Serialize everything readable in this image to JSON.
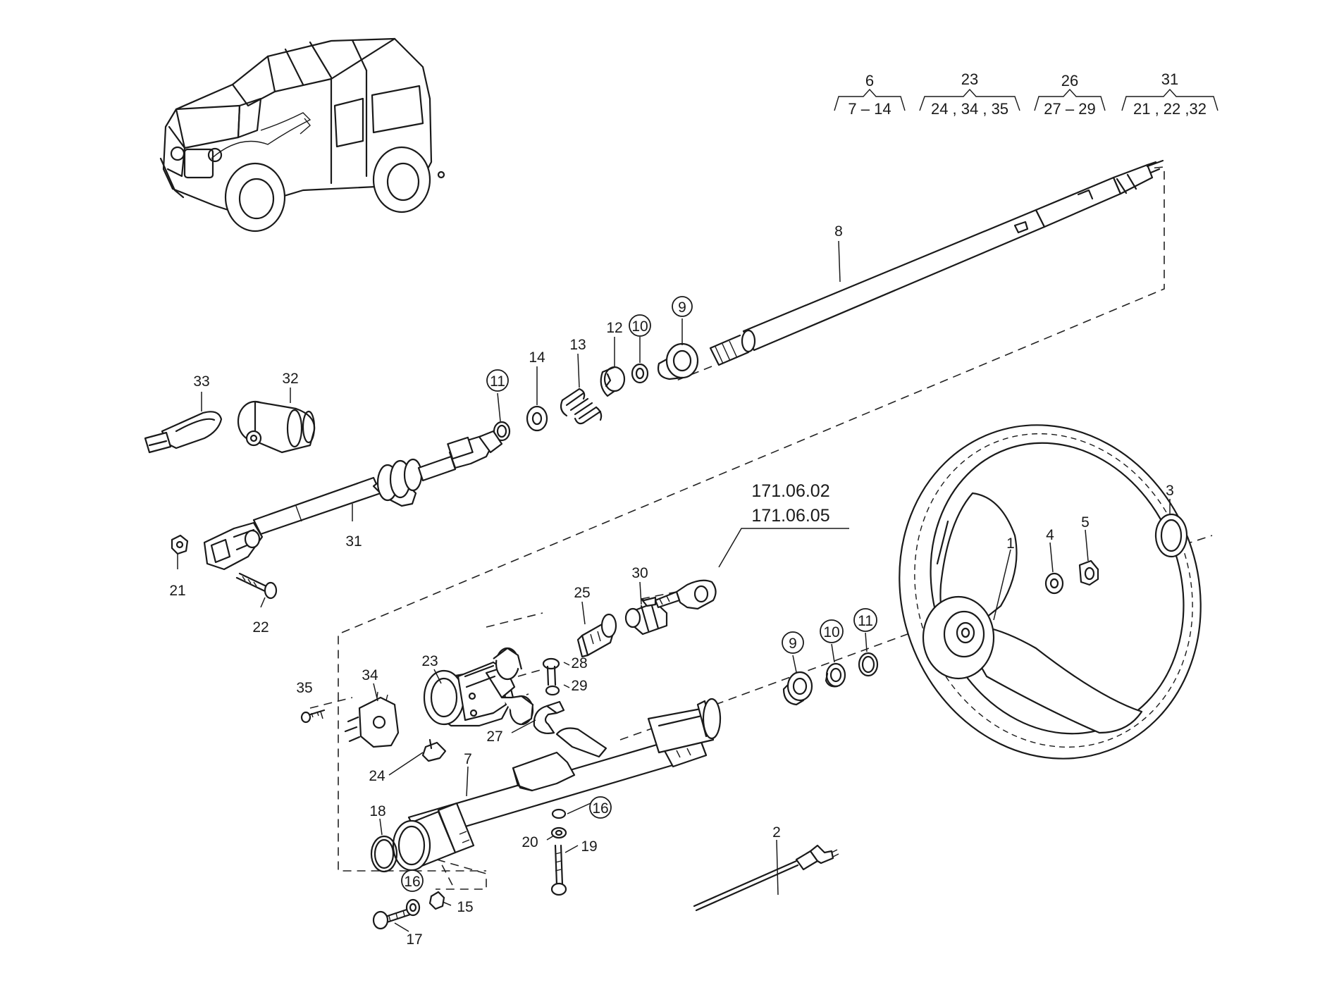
{
  "part_groups": [
    {
      "parent": "6",
      "members": "7 – 14"
    },
    {
      "parent": "23",
      "members": "24 , 34 , 35"
    },
    {
      "parent": "26",
      "members": "27 – 29"
    },
    {
      "parent": "31",
      "members": "21 , 22 ,32"
    }
  ],
  "callouts": {
    "p1": "1",
    "p2": "2",
    "p3": "3",
    "p4": "4",
    "p5": "5",
    "p7": "7",
    "p8": "8",
    "p9a": "9",
    "p9b": "9",
    "p10a": "10",
    "p10b": "10",
    "p11a": "11",
    "p11b": "11",
    "p12": "12",
    "p13": "13",
    "p14": "14",
    "p15": "15",
    "p16a": "16",
    "p16b": "16",
    "p17": "17",
    "p18": "18",
    "p19": "19",
    "p20": "20",
    "p21": "21",
    "p22": "22",
    "p23": "23",
    "p24": "24",
    "p25": "25",
    "p27": "27",
    "p28": "28",
    "p29": "29",
    "p30": "30",
    "p31": "31",
    "p32": "32",
    "p33": "33",
    "p34": "34",
    "p35": "35"
  },
  "reference_numbers": [
    "171.06.02",
    "171.06.05"
  ]
}
